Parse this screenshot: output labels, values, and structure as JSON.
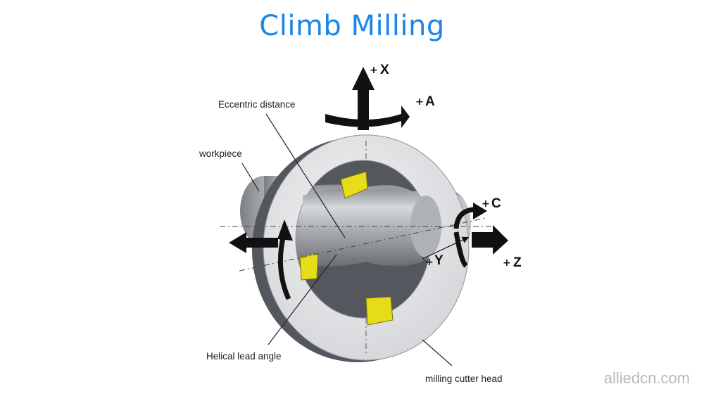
{
  "title": "Climb Milling",
  "labels": {
    "eccentric_distance": "Eccentric distance",
    "workpiece": "workpiece",
    "helical_lead_angle": "Helical lead angle",
    "milling_cutter_head": "milling cutter head"
  },
  "axes": {
    "x": "X",
    "a": "A",
    "c": "C",
    "y": "Y",
    "z": "Z"
  },
  "axis_sign": "+",
  "watermark": "alliedcn.com",
  "colors": {
    "title": "#1a86e8",
    "insert": "#e6dc18",
    "ring_face": "#e6e6e8",
    "ring_edge": "#54585e",
    "shaft": "#b4b8bd",
    "arrow": "#111111"
  }
}
